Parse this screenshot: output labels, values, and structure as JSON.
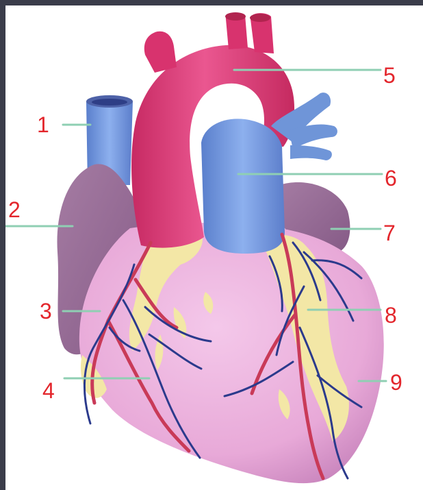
{
  "diagram": {
    "labels": [
      {
        "id": "1",
        "text": "1"
      },
      {
        "id": "2",
        "text": "2"
      },
      {
        "id": "3",
        "text": "3"
      },
      {
        "id": "4",
        "text": "4"
      },
      {
        "id": "5",
        "text": "5"
      },
      {
        "id": "6",
        "text": "6"
      },
      {
        "id": "7",
        "text": "7"
      },
      {
        "id": "8",
        "text": "8"
      },
      {
        "id": "9",
        "text": "9"
      }
    ]
  },
  "colors": {
    "frame": "#3b3d4a",
    "background": "#ffffff",
    "label_text": "#e3262c",
    "leader_line": "#8fcfb3",
    "aorta": "#d8336e",
    "vein_blue": "#6f95d8",
    "atrium": "#9a6f99",
    "ventricle": "#eab4dc",
    "fat": "#f3e7a6",
    "coronary_artery": "#c93a58",
    "coronary_vein": "#2b3a8c"
  }
}
